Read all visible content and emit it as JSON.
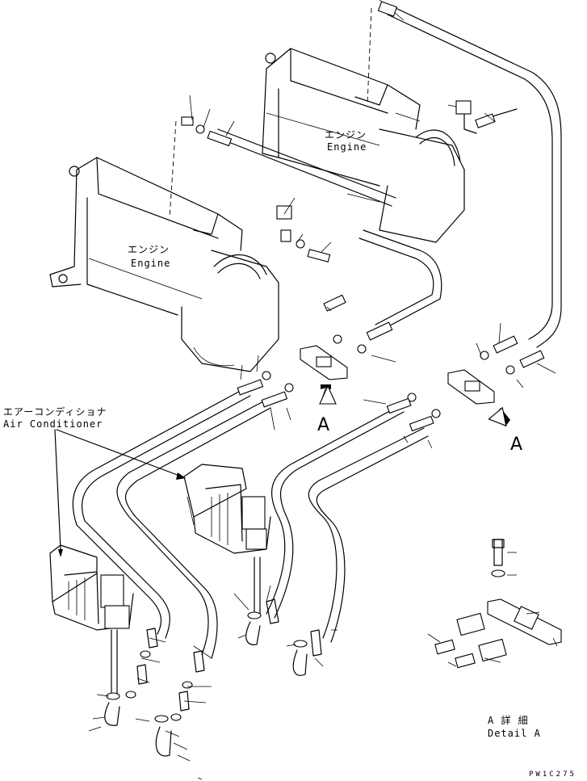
{
  "labels": {
    "engine_upper_jp": "エンジン",
    "engine_upper_en": "Engine",
    "engine_lower_jp": "エンジン",
    "engine_lower_en": "Engine",
    "air_conditioner_jp": "エアーコンディショナ",
    "air_conditioner_en": "Air Conditioner",
    "view_arrow_left": "A",
    "view_arrow_right": "A",
    "detail_jp": "A 詳 細",
    "detail_en": "Detail A",
    "drawing_code": "PW1C275"
  },
  "colors": {
    "line": "#000000",
    "background": "#ffffff"
  }
}
